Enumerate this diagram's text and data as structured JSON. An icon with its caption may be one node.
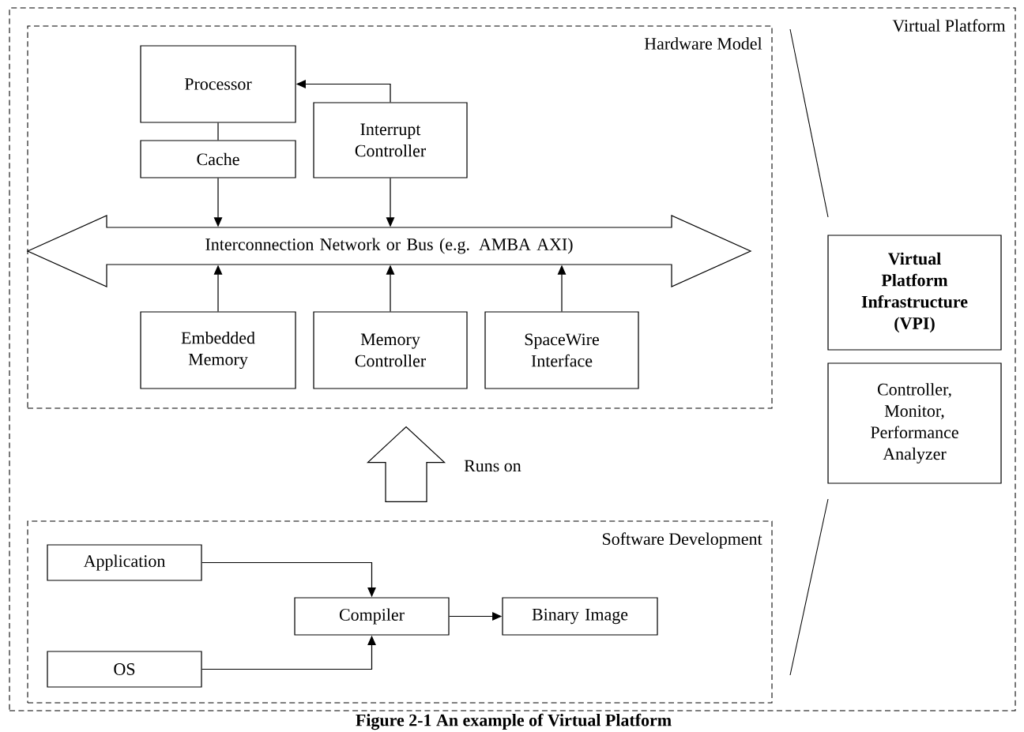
{
  "diagram": {
    "caption": "Figure 2-1 An example of Virtual Platform",
    "nodes": [
      {
        "text": [
          "Virtual Platform"
        ]
      },
      {
        "text": [
          "Hardware Model"
        ],
        "in": 0
      },
      {
        "text": [
          "Processor"
        ],
        "in": 1
      },
      {
        "text": [
          "Interrupt Controller"
        ],
        "in": 1
      },
      {
        "text": [
          "Cache"
        ],
        "in": 1
      },
      {
        "text": [
          "Interconnection Network or Bus (e.g. AMBA AXI)"
        ],
        "in": 1
      },
      {
        "text": [
          "Embedded Memory"
        ],
        "in": 1
      },
      {
        "text": [
          "Memory Controller"
        ],
        "in": 1
      },
      {
        "text": [
          "SpaceWire Interface"
        ],
        "in": 1
      },
      {
        "text": [
          "Virtual Platform Infrastructure (VPI)"
        ],
        "in": 0
      },
      {
        "text": [
          "Controller, Monitor, Performance Analyzer"
        ],
        "in": 0
      },
      {
        "text": [
          "Software Development"
        ],
        "in": 0
      },
      {
        "text": [
          "Application"
        ],
        "in": 11
      },
      {
        "text": [
          "Compiler"
        ],
        "in": 11
      },
      {
        "text": [
          "Binary Image"
        ],
        "in": 11
      },
      {
        "text": [
          "OS"
        ],
        "in": 11
      }
    ],
    "edges": [
      {
        "from": 2,
        "to": 4,
        "arrow": "none"
      },
      {
        "from": 3,
        "to": 2,
        "arrow": "to"
      },
      {
        "from": 4,
        "to": 5,
        "arrow": "to"
      },
      {
        "from": 3,
        "to": 5,
        "arrow": "to"
      },
      {
        "from": 6,
        "to": 5,
        "arrow": "to"
      },
      {
        "from": 7,
        "to": 5,
        "arrow": "to"
      },
      {
        "from": 8,
        "to": 5,
        "arrow": "to"
      },
      {
        "from": 11,
        "to": 1,
        "arrow": "to",
        "label": "Runs on"
      },
      {
        "from": 12,
        "to": 13,
        "arrow": "to"
      },
      {
        "from": 13,
        "to": 14,
        "arrow": "to"
      },
      {
        "from": 15,
        "to": 13,
        "arrow": "to"
      }
    ]
  }
}
